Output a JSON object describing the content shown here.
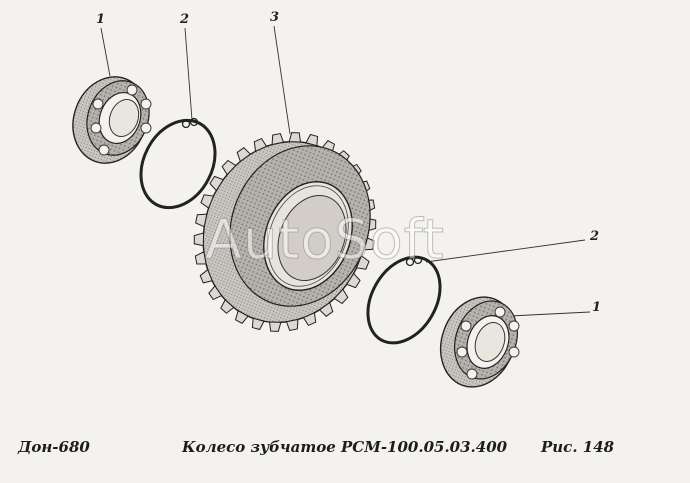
{
  "callouts": {
    "top_left_bearing": "1",
    "top_left_ring": "2",
    "gear": "3",
    "right_ring": "2",
    "right_bearing": "1"
  },
  "caption": {
    "model": "Дон-680",
    "title": "Колесо  зубчатое   РСМ-100.05.03.400",
    "figure": "Рис.  148"
  },
  "watermark": "AutoSoft",
  "colors": {
    "background": "#f4f2ee",
    "ink": "#1c1c1c"
  }
}
